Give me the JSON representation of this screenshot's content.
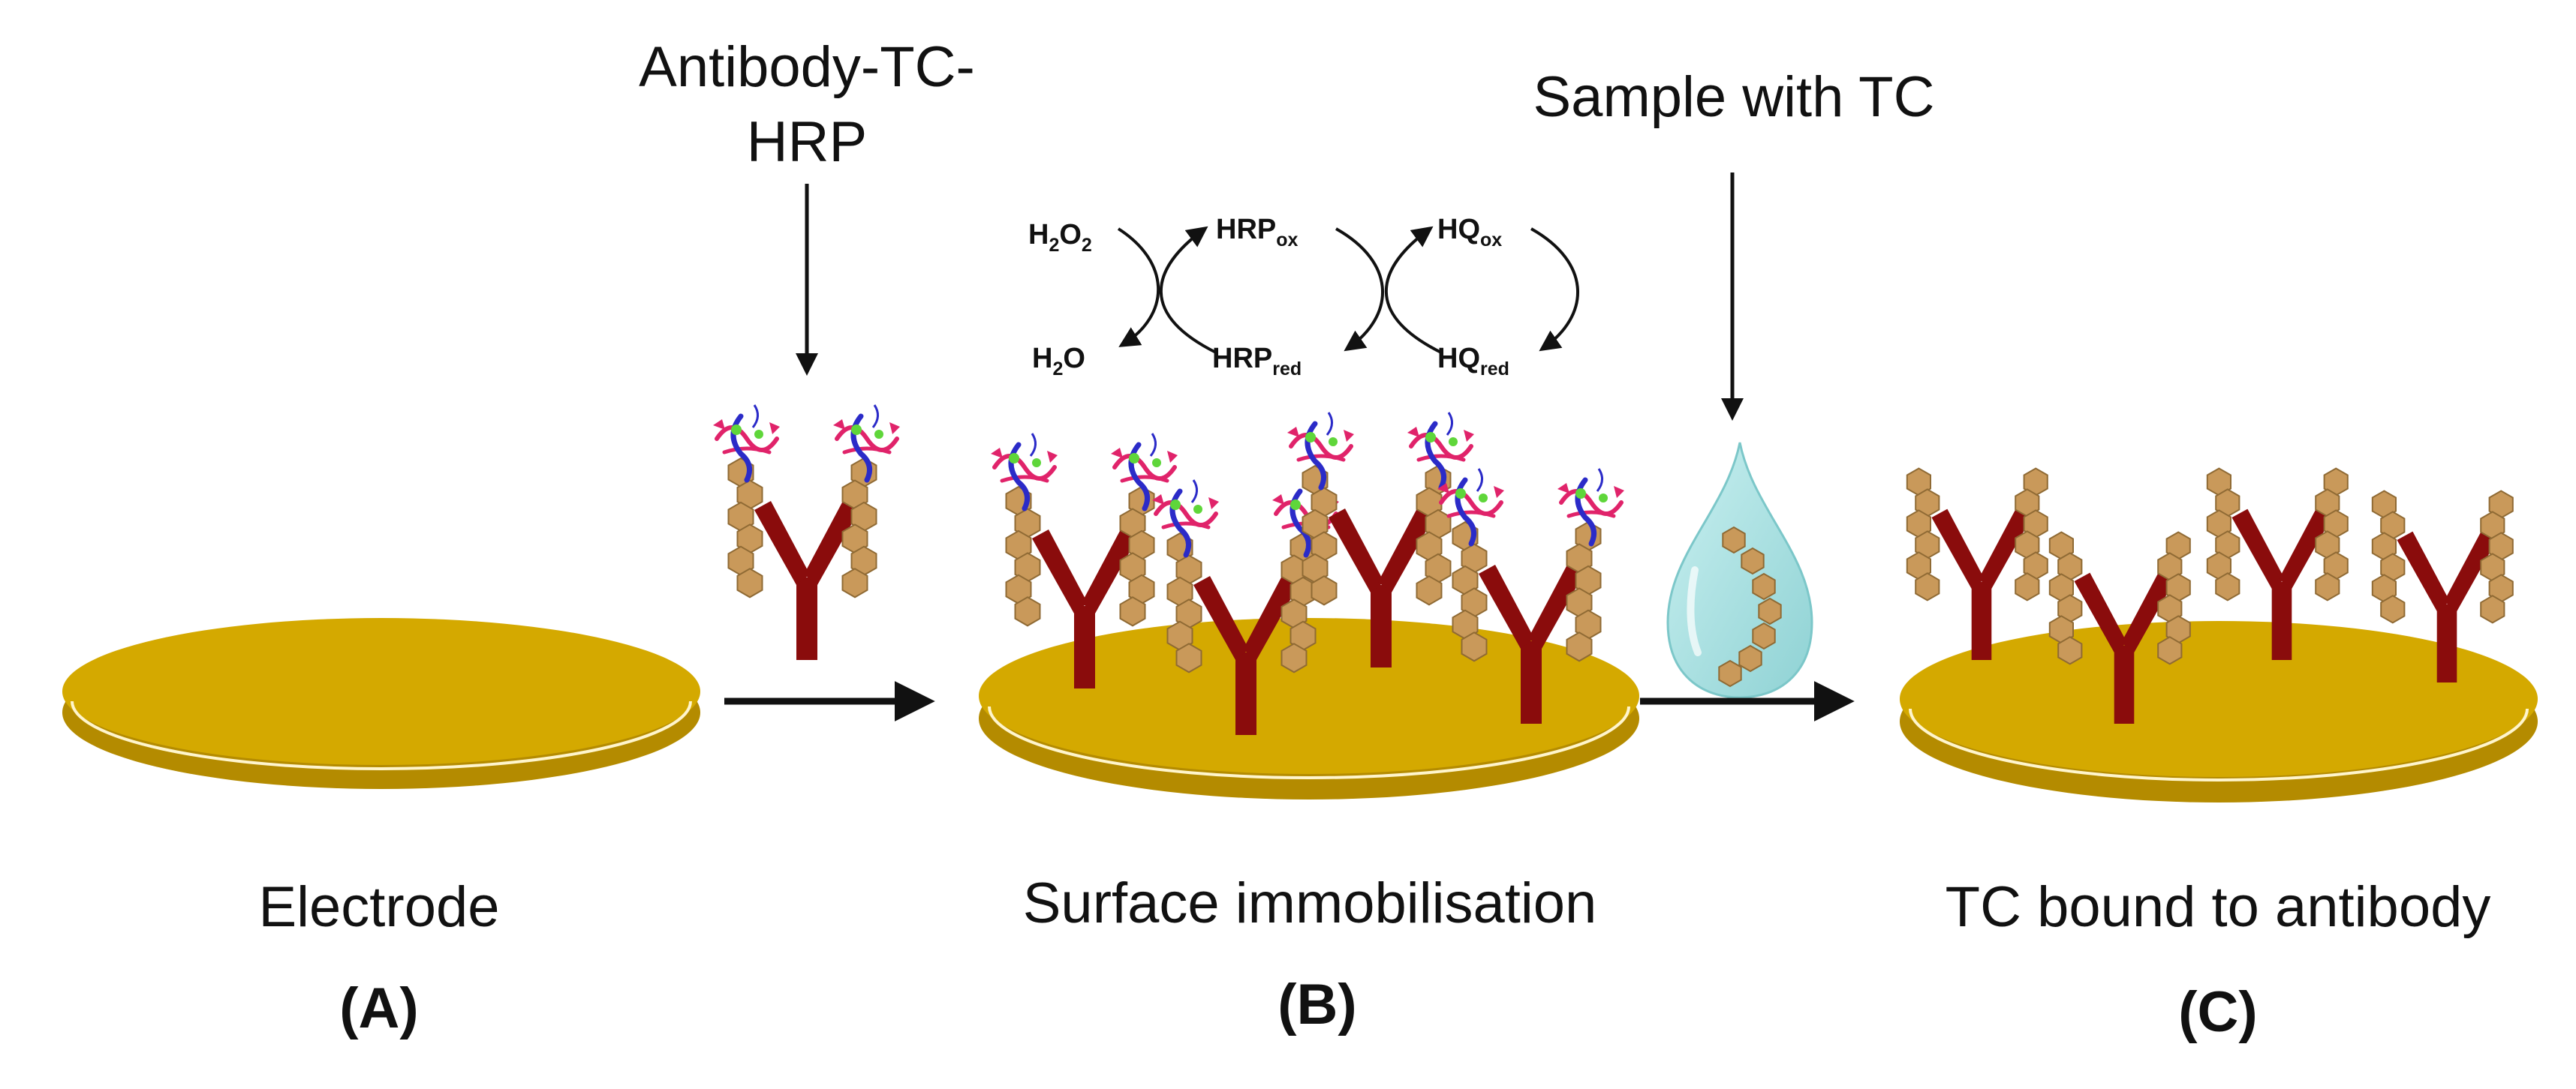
{
  "labels": {
    "reagent_line1": "Antibody-TC-",
    "reagent_line2": "HRP",
    "sample": "Sample with TC",
    "electrode": "Electrode",
    "immobilisation": "Surface immobilisation",
    "bound": "TC bound to antibody",
    "panel_a": "(A)",
    "panel_b": "(B)",
    "panel_c": "(C)"
  },
  "cycle": {
    "h2o2_main": "H",
    "h2o2_sub1": "2",
    "h2o2_mid": "O",
    "h2o2_sub2": "2",
    "h2o_main": "H",
    "h2o_sub": "2",
    "h2o_end": "O",
    "hrp_ox_main": "HRP",
    "hrp_ox_sub": "ox",
    "hrp_red_main": "HRP",
    "hrp_red_sub": "red",
    "hq_ox_main": "HQ",
    "hq_ox_sub": "ox",
    "hq_red_main": "HQ",
    "hq_red_sub": "red"
  },
  "colors": {
    "electrode_top": "#d4a900",
    "electrode_side": "#b48b00",
    "antibody": "#8a0c0c",
    "hexagon": "#c9995a",
    "hexagon_edge": "#8f6a34",
    "droplet": "#a4dfe0",
    "hrp_pink": "#e0236a",
    "hrp_blue": "#2b2bc8",
    "hrp_green": "#5fd63a"
  }
}
